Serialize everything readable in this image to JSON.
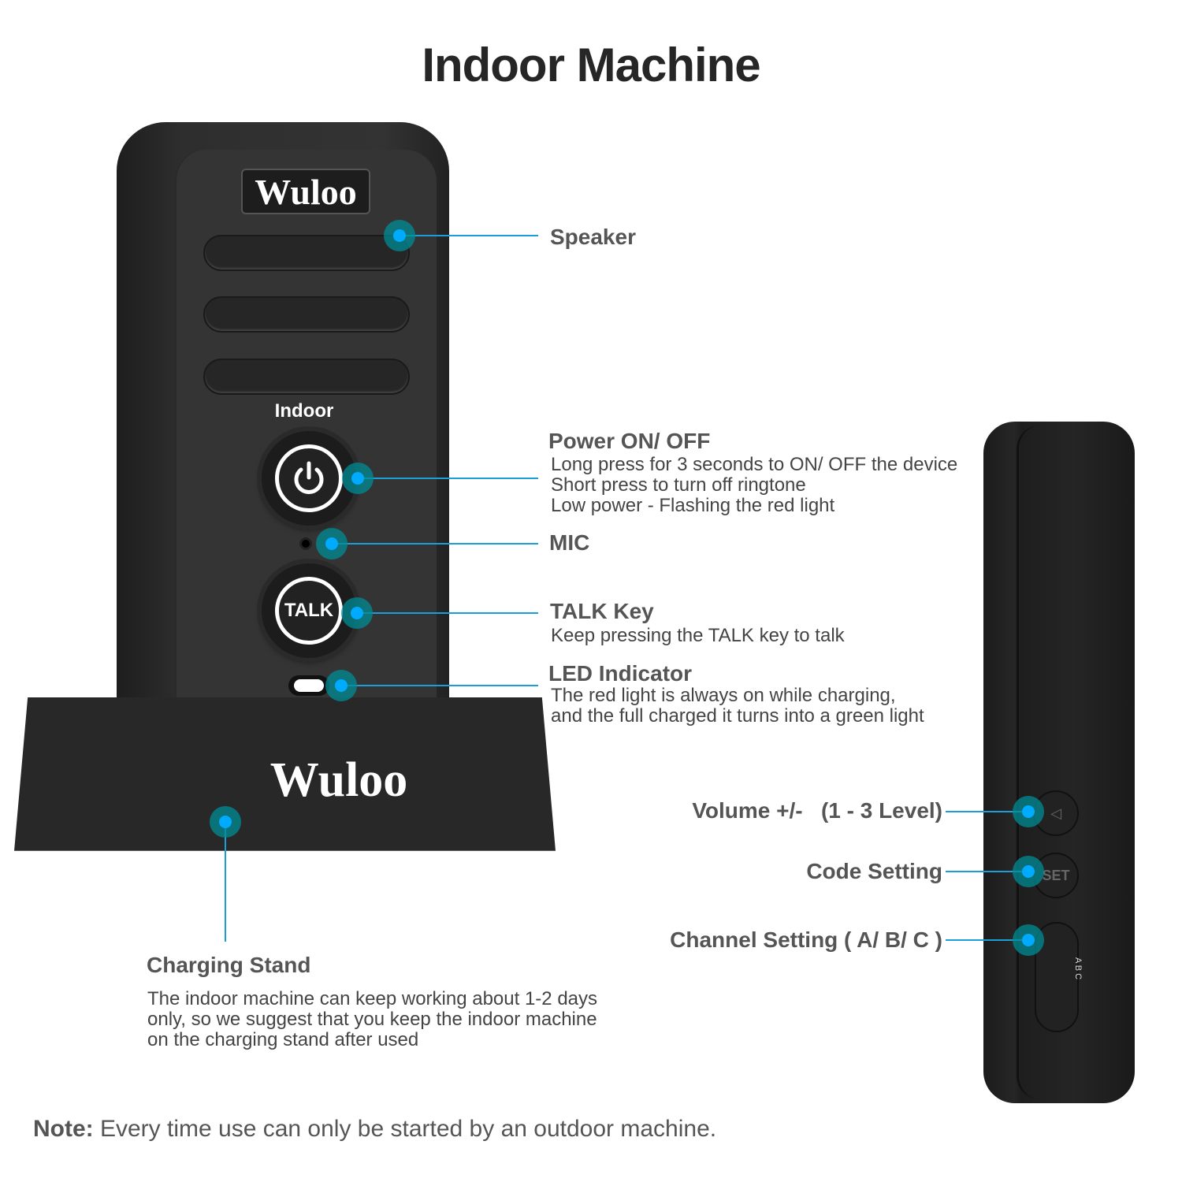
{
  "title": "Indoor Machine",
  "device": {
    "brand": "Wuloo",
    "face_label": "Indoor",
    "talk_label": "TALK",
    "set_label": "SET",
    "channel_marks": "A B C"
  },
  "callouts": {
    "speaker": {
      "label": "Speaker"
    },
    "power": {
      "label": "Power ON/ OFF",
      "lines": [
        "Long press for 3 seconds to ON/ OFF the device",
        "Short press to turn off  ringtone",
        "Low power - Flashing the red light"
      ]
    },
    "mic": {
      "label": "MIC"
    },
    "talk": {
      "label": "TALK Key",
      "lines": [
        "Keep pressing the TALK key to talk"
      ]
    },
    "led": {
      "label": "LED Indicator",
      "lines": [
        "The red light is always on while charging,",
        "and the full charged it turns into a green light"
      ]
    },
    "stand": {
      "label": "Charging Stand",
      "lines": [
        "The indoor machine can keep working about 1-2 days",
        "only, so we suggest that you keep the indoor machine",
        "on the charging stand after used"
      ]
    },
    "volume": {
      "label": "Volume +/-   (1 - 3 Level)"
    },
    "code": {
      "label": "Code Setting"
    },
    "channel": {
      "label": "Channel Setting ( A/ B/ C )"
    }
  },
  "note": {
    "label": "Note:",
    "text": " Every time use can only be started by an outdoor machine."
  },
  "colors": {
    "line": "#1a9fd8",
    "dot": "#00aaff"
  }
}
